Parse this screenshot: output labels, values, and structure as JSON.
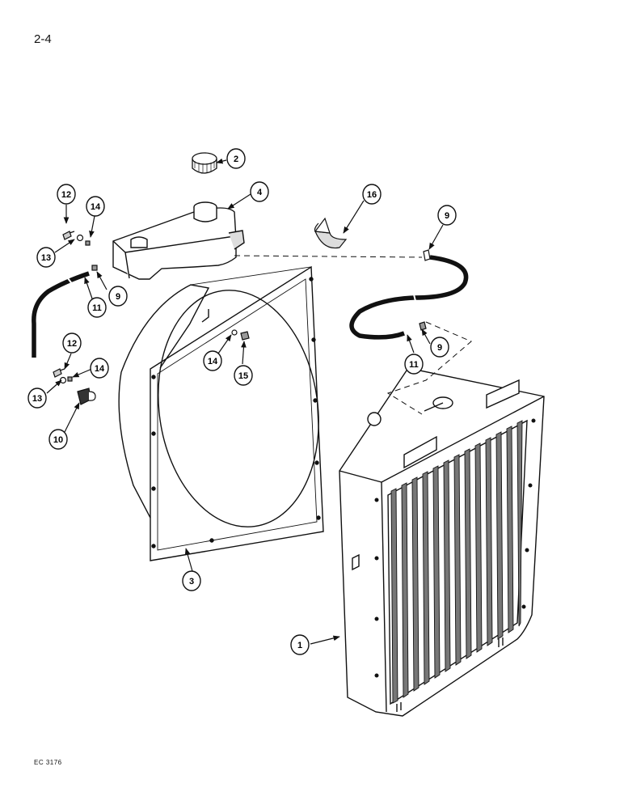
{
  "page": {
    "page_number": "2-4",
    "figure_code": "EC 3176"
  },
  "callouts": [
    "1",
    "2",
    "3",
    "4",
    "9",
    "9",
    "9",
    "10",
    "11",
    "11",
    "12",
    "12",
    "13",
    "13",
    "14",
    "14",
    "14",
    "15",
    "16"
  ]
}
